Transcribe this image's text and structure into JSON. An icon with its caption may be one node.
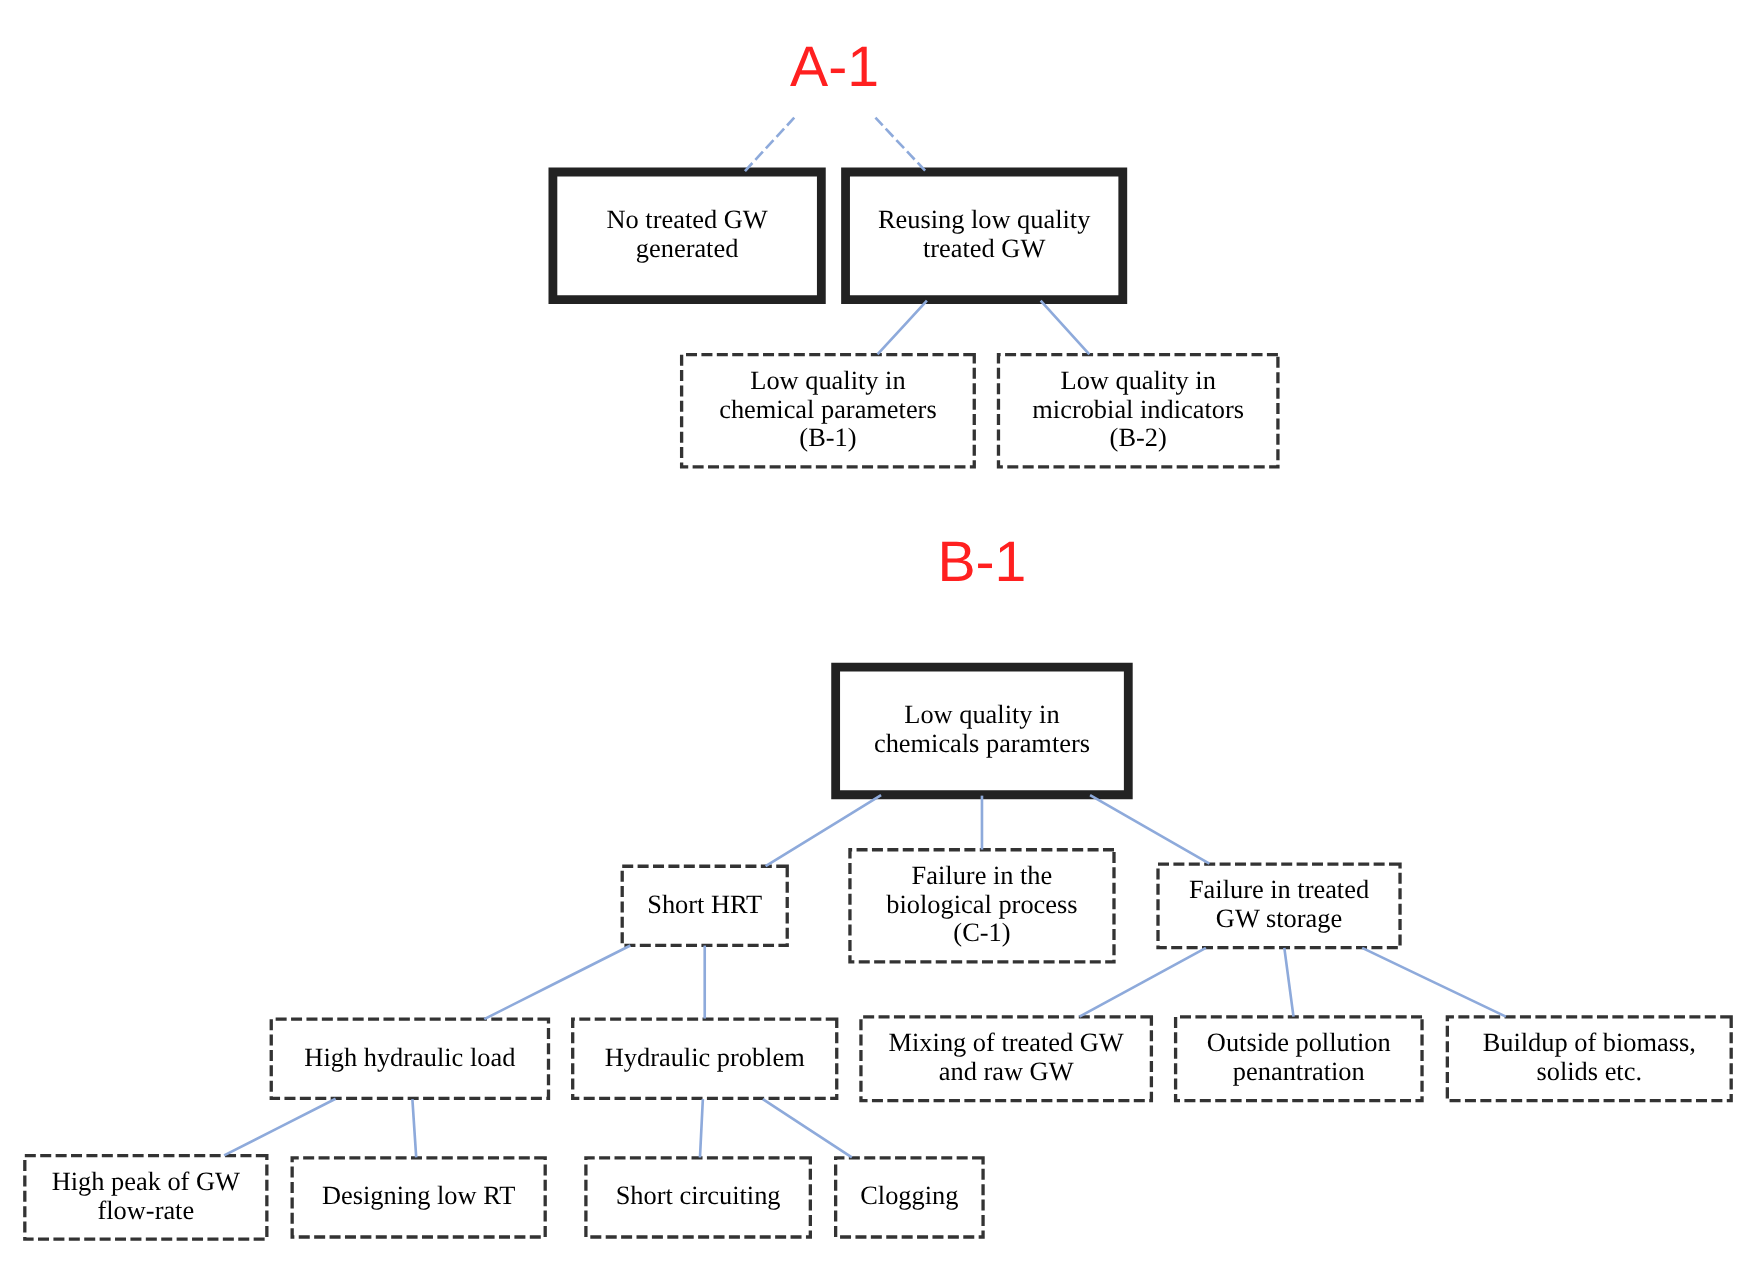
{
  "diagram": {
    "nodes": [
      {
        "text": [
          "A-1"
        ]
      },
      {
        "text": [
          "No treated GW generated"
        ]
      },
      {
        "text": [
          "Reusing low quality treated GW"
        ]
      },
      {
        "text": [
          "Low quality in chemical parameters (B-1)"
        ]
      },
      {
        "text": [
          "Low quality in microbial indicators (B-2)"
        ]
      },
      {
        "text": [
          "Low quality in chemicals paramters"
        ]
      },
      {
        "text": [
          "Short HRT"
        ]
      },
      {
        "text": [
          "Failure in the biological process (C-1)"
        ]
      },
      {
        "text": [
          "Failure in treated GW storage"
        ]
      },
      {
        "text": [
          "High hydraulic load"
        ]
      },
      {
        "text": [
          "Hydraulic problem"
        ]
      },
      {
        "text": [
          "High peak of GW flow-rate"
        ]
      },
      {
        "text": [
          "Designing low RT"
        ]
      },
      {
        "text": [
          "Short circuiting"
        ]
      },
      {
        "text": [
          "Clogging"
        ]
      },
      {
        "text": [
          "Mixing of treated GW and raw GW"
        ]
      },
      {
        "text": [
          "Outside pollution penantration"
        ]
      },
      {
        "text": [
          "Buildup of biomass, solids etc."
        ]
      }
    ],
    "edges": [
      {
        "from": 0,
        "to": 1,
        "arrow": "none",
        "style": "dashed"
      },
      {
        "from": 0,
        "to": 2,
        "arrow": "none",
        "style": "dashed"
      },
      {
        "from": 2,
        "to": 3,
        "arrow": "none"
      },
      {
        "from": 2,
        "to": 4,
        "arrow": "none"
      },
      {
        "from": 5,
        "to": 6,
        "arrow": "none"
      },
      {
        "from": 5,
        "to": 7,
        "arrow": "none"
      },
      {
        "from": 5,
        "to": 8,
        "arrow": "none"
      },
      {
        "from": 6,
        "to": 9,
        "arrow": "none"
      },
      {
        "from": 6,
        "to": 10,
        "arrow": "none"
      },
      {
        "from": 9,
        "to": 11,
        "arrow": "none"
      },
      {
        "from": 9,
        "to": 12,
        "arrow": "none"
      },
      {
        "from": 10,
        "to": 13,
        "arrow": "none"
      },
      {
        "from": 10,
        "to": 14,
        "arrow": "none"
      },
      {
        "from": 8,
        "to": 15,
        "arrow": "none"
      },
      {
        "from": 8,
        "to": 16,
        "arrow": "none"
      },
      {
        "from": 8,
        "to": 17,
        "arrow": "none"
      }
    ],
    "labels": [
      "B-1"
    ]
  }
}
